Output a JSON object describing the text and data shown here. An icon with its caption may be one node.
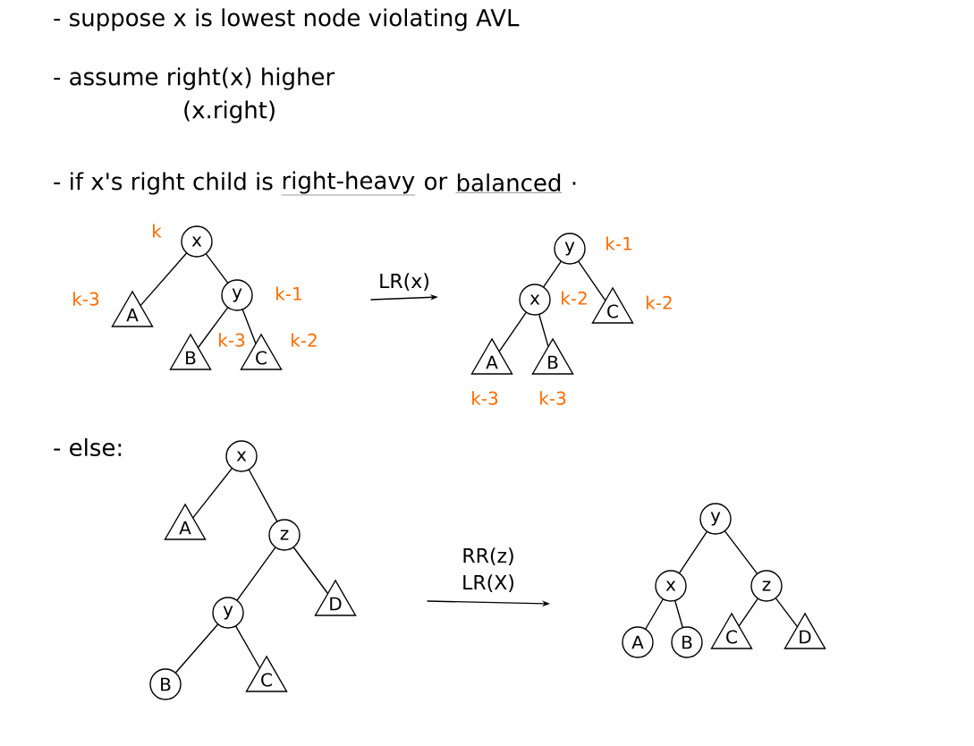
{
  "diagram": {
    "nodes": [
      {
        "text": [
          "x"
        ],
        "beside": [
          "k"
        ]
      },
      {
        "text": [
          "A"
        ],
        "beside": [
          "k-3"
        ]
      },
      {
        "text": [
          "y"
        ],
        "beside": [
          "k-1"
        ]
      },
      {
        "text": [
          "B"
        ],
        "beside": [
          "k-3"
        ]
      },
      {
        "text": [
          "C"
        ],
        "beside": [
          "k-2"
        ]
      },
      {
        "text": [
          "y"
        ],
        "beside": [
          "k-1"
        ]
      },
      {
        "text": [
          "x"
        ],
        "beside": [
          "k-2"
        ]
      },
      {
        "text": [
          "C"
        ],
        "beside": [
          "k-2"
        ]
      },
      {
        "text": [
          "A"
        ],
        "beside": [
          "k-3"
        ]
      },
      {
        "text": [
          "B"
        ],
        "beside": [
          "k-3"
        ]
      },
      {
        "text": [
          "x"
        ]
      },
      {
        "text": [
          "A"
        ]
      },
      {
        "text": [
          "z"
        ]
      },
      {
        "text": [
          "y"
        ]
      },
      {
        "text": [
          "D"
        ]
      },
      {
        "text": [
          "B"
        ]
      },
      {
        "text": [
          "C"
        ]
      },
      {
        "text": [
          "y"
        ]
      },
      {
        "text": [
          "x"
        ]
      },
      {
        "text": [
          "z"
        ]
      },
      {
        "text": [
          "A"
        ]
      },
      {
        "text": [
          "B"
        ]
      },
      {
        "text": [
          "C"
        ]
      },
      {
        "text": [
          "D"
        ]
      }
    ],
    "edges": [
      {
        "from": 0,
        "to": 1,
        "arrow": "none"
      },
      {
        "from": 0,
        "to": 2,
        "arrow": "none"
      },
      {
        "from": 2,
        "to": 3,
        "arrow": "none"
      },
      {
        "from": 2,
        "to": 4,
        "arrow": "none"
      },
      {
        "from": 5,
        "to": 6,
        "arrow": "none"
      },
      {
        "from": 5,
        "to": 7,
        "arrow": "none"
      },
      {
        "from": 6,
        "to": 8,
        "arrow": "none"
      },
      {
        "from": 6,
        "to": 9,
        "arrow": "none"
      },
      {
        "from": 10,
        "to": 11,
        "arrow": "none"
      },
      {
        "from": 10,
        "to": 12,
        "arrow": "none"
      },
      {
        "from": 12,
        "to": 13,
        "arrow": "none"
      },
      {
        "from": 12,
        "to": 14,
        "arrow": "none"
      },
      {
        "from": 13,
        "to": 15,
        "arrow": "none"
      },
      {
        "from": 13,
        "to": 16,
        "arrow": "none"
      },
      {
        "from": 17,
        "to": 18,
        "arrow": "none"
      },
      {
        "from": 17,
        "to": 19,
        "arrow": "none"
      },
      {
        "from": 18,
        "to": 20,
        "arrow": "none"
      },
      {
        "from": 18,
        "to": 21,
        "arrow": "none"
      },
      {
        "from": 19,
        "to": 22,
        "arrow": "none"
      },
      {
        "from": 19,
        "to": 23,
        "arrow": "none"
      }
    ],
    "labels": [
      "- suppose x is lowest node violating AVL",
      "- assume right(x) higher",
      "(x.right)",
      "- if x's right child is",
      "right-heavy",
      "or",
      "balanced",
      ".",
      "- else:",
      "LR(x)",
      "RR(z) LR(X)"
    ]
  }
}
